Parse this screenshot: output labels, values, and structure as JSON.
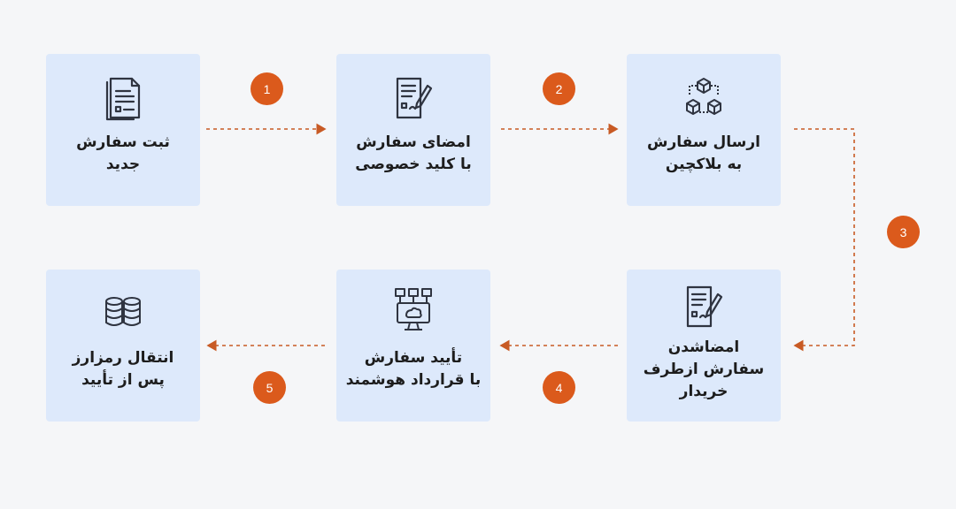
{
  "steps": [
    {
      "number": "1",
      "icon": "document-list-icon",
      "line1": "ثبت سفارش",
      "line2": "جدید"
    },
    {
      "number": "2",
      "icon": "document-sign-icon",
      "line1": "امضای سفارش",
      "line2": "با کلید خصوصی"
    },
    {
      "number": "3",
      "icon": "blockchain-cubes-icon",
      "line1": "ارسال سفارش",
      "line2": "به بلاکچین"
    },
    {
      "number": "4",
      "icon": "document-sign-icon",
      "line1": "امضاشدن",
      "line2": "سفارش ازطرف",
      "line3": "خریدار"
    },
    {
      "number": "5",
      "icon": "smart-contract-monitor-icon",
      "line1": "تأیید سفارش",
      "line2": "با قرارداد هوشمند"
    },
    {
      "icon": "database-coins-icon",
      "line1": "انتقال رمزارز",
      "line2": "پس از تأیید"
    }
  ],
  "colors": {
    "card": "#dde9fb",
    "accent": "#db5a1c",
    "icon": "#2f3440",
    "background": "#f5f6f8"
  }
}
